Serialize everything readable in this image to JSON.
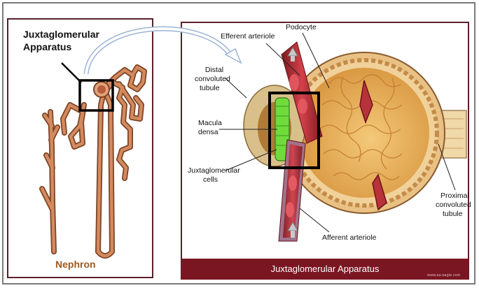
{
  "left_panel": {
    "heading": "Juxtaglomerular Apparatus",
    "heading_line1": "Juxtaglomerular",
    "heading_line2": "Apparatus",
    "caption": "Nephron"
  },
  "right_panel": {
    "labels": {
      "efferent_arteriole": "Efferent arteriole",
      "podocyte": "Podocyte",
      "distal_line1": "Distal",
      "distal_line2": "convoluted",
      "distal_line3": "tubule",
      "macula_line1": "Macula",
      "macula_line2": "densa",
      "jg_line1": "Juxtaglomerular",
      "jg_line2": "cells",
      "proximal_line1": "Proximal",
      "proximal_line2": "convoluted",
      "proximal_line3": "tubule",
      "afferent_arteriole": "Afferent arteriole"
    },
    "banner_title": "Juxtaglomerular Apparatus",
    "watermark": "www.ea-eagle.com"
  },
  "colors": {
    "frame_border": "#5c1f2a",
    "banner": "#7a1622",
    "nephron_tube": "#c77b4f",
    "capsule": "#e7b45c",
    "arteriole": "#b3262e",
    "macula_densa": "#6fdc3c"
  }
}
